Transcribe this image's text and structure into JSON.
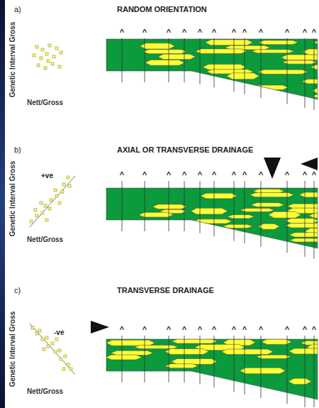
{
  "diagram": {
    "labels": [
      "a)",
      "RANDOM ORIENTATION",
      "Genetic Interval Gross",
      "Nett/Gross",
      "^",
      "^",
      "^",
      "^",
      "^",
      "^",
      "^",
      "^",
      "^",
      "^",
      "^",
      "^",
      "b)",
      "AXIAL OR TRANSVERSE DRAINAGE",
      "Genetic Interval Gross",
      "+ve",
      "Nett/Gross",
      "^",
      "^",
      "^",
      "^",
      "^",
      "^",
      "^",
      "^",
      "^",
      "^",
      "^",
      "^",
      "c)",
      "TRANSVERSE DRAINAGE",
      "Genetic Interval Gross",
      "-ve",
      "Nett/Gross",
      "^",
      "^",
      "^",
      "^",
      "^",
      "^",
      "^",
      "^",
      "^",
      "^",
      "^",
      "^"
    ]
  }
}
